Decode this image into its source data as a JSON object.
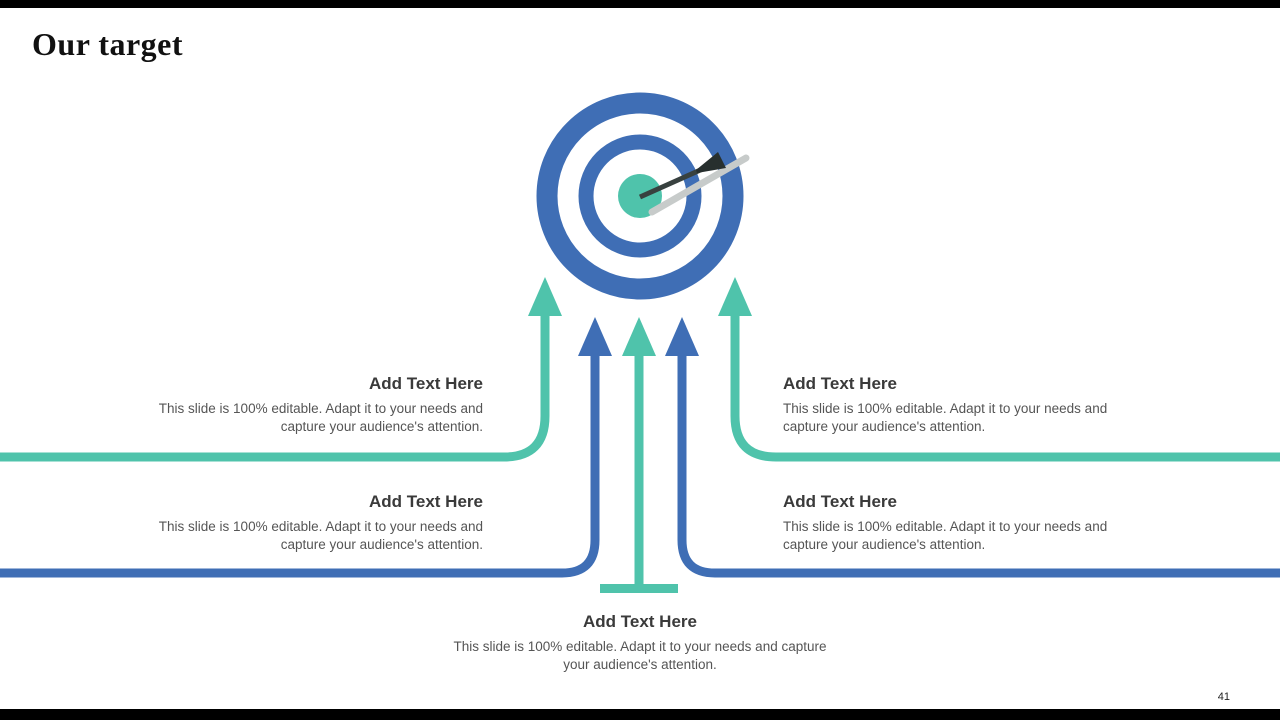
{
  "slide": {
    "title": "Our target",
    "page_number": "41"
  },
  "colors": {
    "blue": "#3f6eb5",
    "teal": "#4fc3ab",
    "bar_black": "#000000",
    "heading_text": "#111111",
    "block_title_text": "#3a3a3a",
    "block_body_text": "#555555"
  },
  "graphic": {
    "name": "bullseye-target-with-dart"
  },
  "blocks": [
    {
      "position": "top-left",
      "title": "Add Text Here",
      "body": "This slide is 100% editable. Adapt it to your needs and capture your audience's attention."
    },
    {
      "position": "bottom-left",
      "title": "Add Text Here",
      "body": "This slide is 100% editable. Adapt it to your needs and capture your audience's attention."
    },
    {
      "position": "top-right",
      "title": "Add Text Here",
      "body": "This slide is 100% editable. Adapt it to your needs and capture your audience's attention."
    },
    {
      "position": "bottom-right",
      "title": "Add Text Here",
      "body": "This slide is 100% editable. Adapt it to your needs and capture your audience's attention."
    },
    {
      "position": "bottom-center",
      "title": "Add Text Here",
      "body": "This slide is 100% editable. Adapt it to your needs and capture your audience's attention."
    }
  ]
}
